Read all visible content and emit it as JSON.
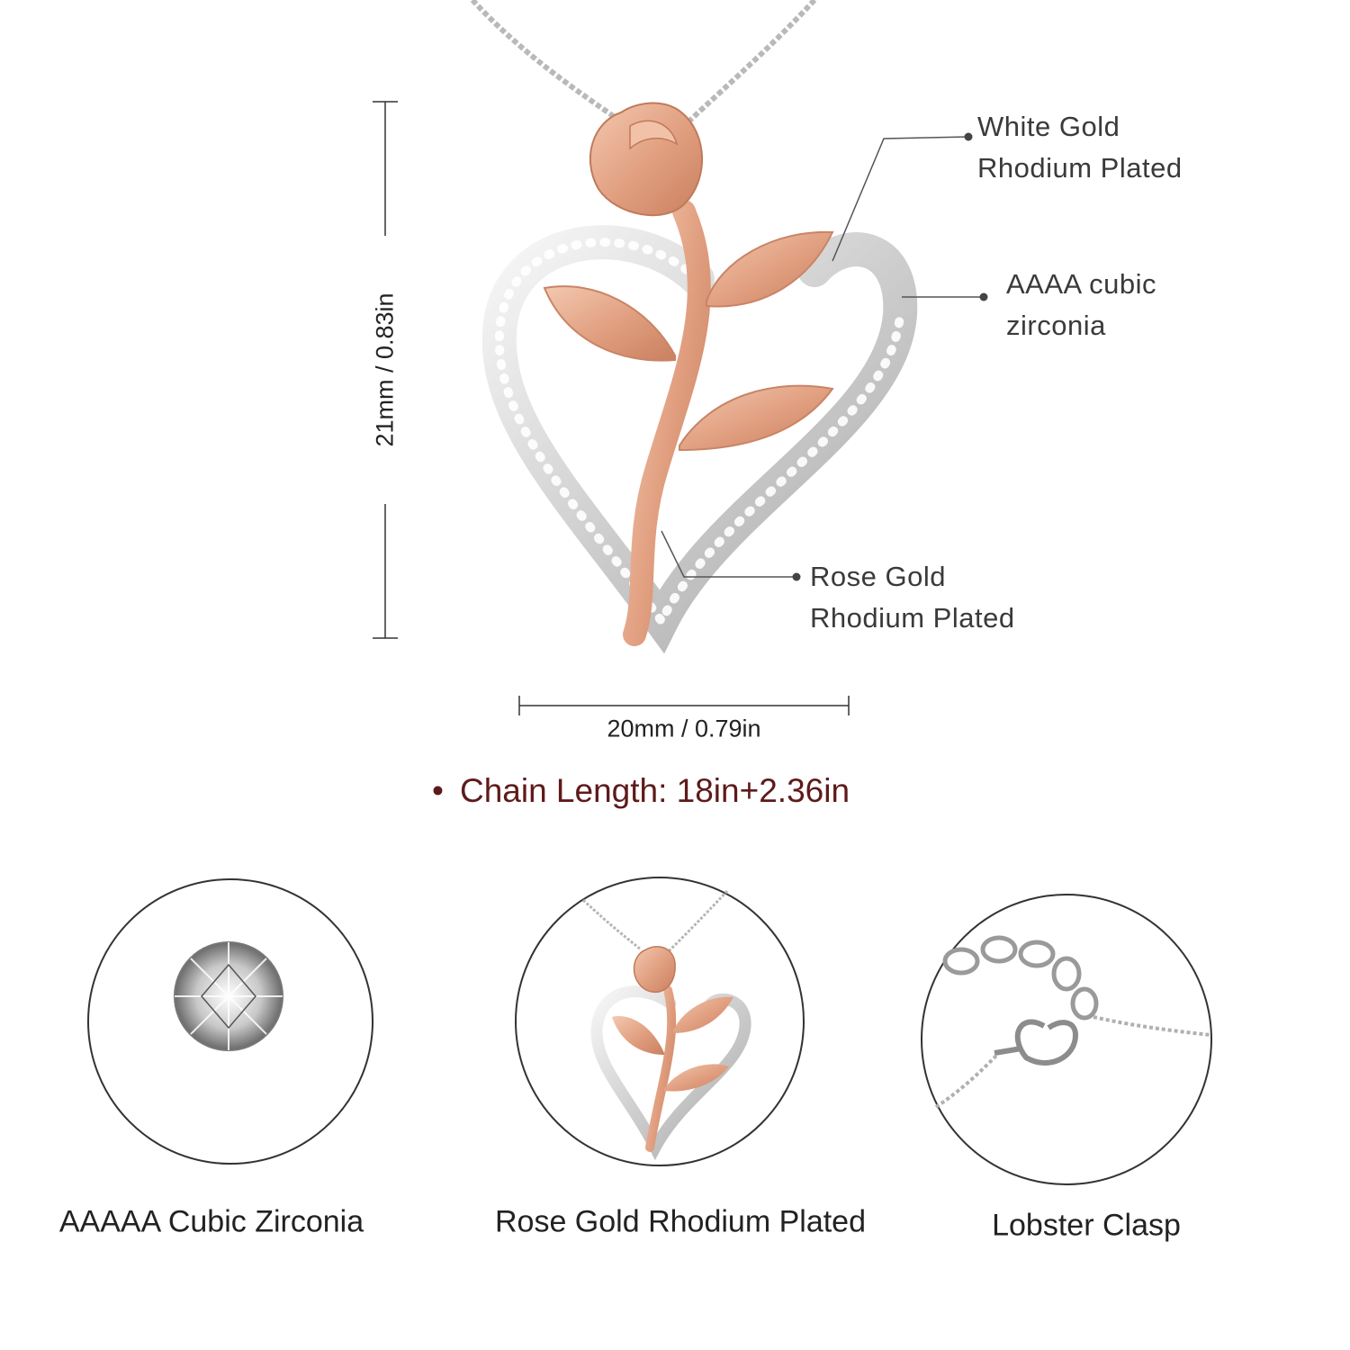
{
  "callouts": {
    "white_gold": [
      "White Gold",
      "Rhodium Plated"
    ],
    "cubic_zirconia": [
      "AAAA cubic",
      "zirconia"
    ],
    "rose_gold": [
      "Rose Gold",
      "Rhodium Plated"
    ]
  },
  "dimensions": {
    "height": "21mm / 0.83in",
    "width": "20mm / 0.79in"
  },
  "chain_note": {
    "bullet": "•",
    "text": "Chain Length: 18in+2.36in"
  },
  "features": [
    {
      "caption": "AAAAA Cubic Zirconia",
      "icon": "cubic-zirconia-gem-icon"
    },
    {
      "caption": "Rose Gold Rhodium Plated",
      "icon": "heart-rose-pendant-icon"
    },
    {
      "caption": "Lobster Clasp",
      "icon": "lobster-clasp-icon"
    }
  ],
  "colors": {
    "rose_gold": "#e4a98a",
    "silver": "#d9d9d9",
    "chain_note": "#5e1a1a"
  }
}
